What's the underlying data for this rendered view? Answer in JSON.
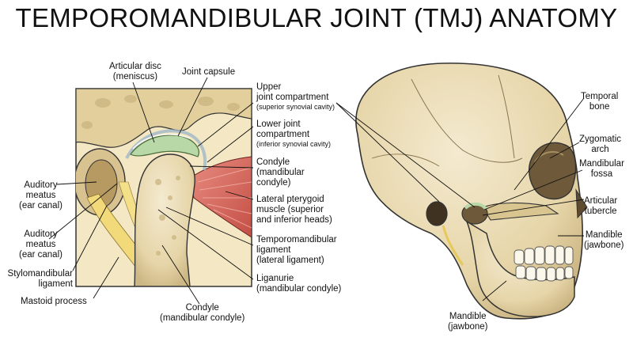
{
  "title": "TEMPOROMANDIBULAR JOINT (TMJ) ANATOMY",
  "labels": {
    "articular_disc": [
      "Articular disc",
      "(meniscus)"
    ],
    "joint_capsule": "Joint capsule",
    "upper_compartment": [
      "Upper",
      "joint compartment",
      "(superior synovial cavity)"
    ],
    "lower_compartment": [
      "Lower joint",
      "compartment",
      "(inferior synovial cavity)"
    ],
    "condyle_right": [
      "Condyle",
      "(mandibular",
      "condyle)"
    ],
    "lateral_pterygoid": [
      "Lateral pterygoid",
      "muscle (superior",
      "and inferior heads)"
    ],
    "tm_ligament": [
      "Temporomandibular",
      "ligament",
      "(lateral ligament)"
    ],
    "liganurie": [
      "Liganurie",
      "(mandibular condyle)"
    ],
    "auditory_1": [
      "Auditory",
      "meatus",
      "(ear canal)"
    ],
    "auditory_2": [
      "Auditory",
      "meatus",
      "(ear canal)"
    ],
    "stylomandibular": [
      "Stylomandibular",
      "ligament"
    ],
    "mastoid": "Mastoid process",
    "condyle_bottom": [
      "Condyle",
      "(mandibular condyle)"
    ],
    "temporal_bone": [
      "Temporal",
      "bone"
    ],
    "zygomatic_arch": [
      "Zygomatic",
      "arch"
    ],
    "mandibular_fossa": [
      "Mandibular",
      "fossa"
    ],
    "articular_tubercle": [
      "Articular",
      "tubercle"
    ],
    "mandible_right": [
      "Mandible",
      "(jawbone)"
    ],
    "mandible_bottom": [
      "Mandible",
      "(jawbone)"
    ]
  },
  "colors": {
    "bone": "#e9dcb6",
    "bone_shade": "#cdb98a",
    "disc": "#b9d8a8",
    "ligament": "#f2d97a",
    "muscle": "#d9685d",
    "outline": "#2a2a2a"
  }
}
